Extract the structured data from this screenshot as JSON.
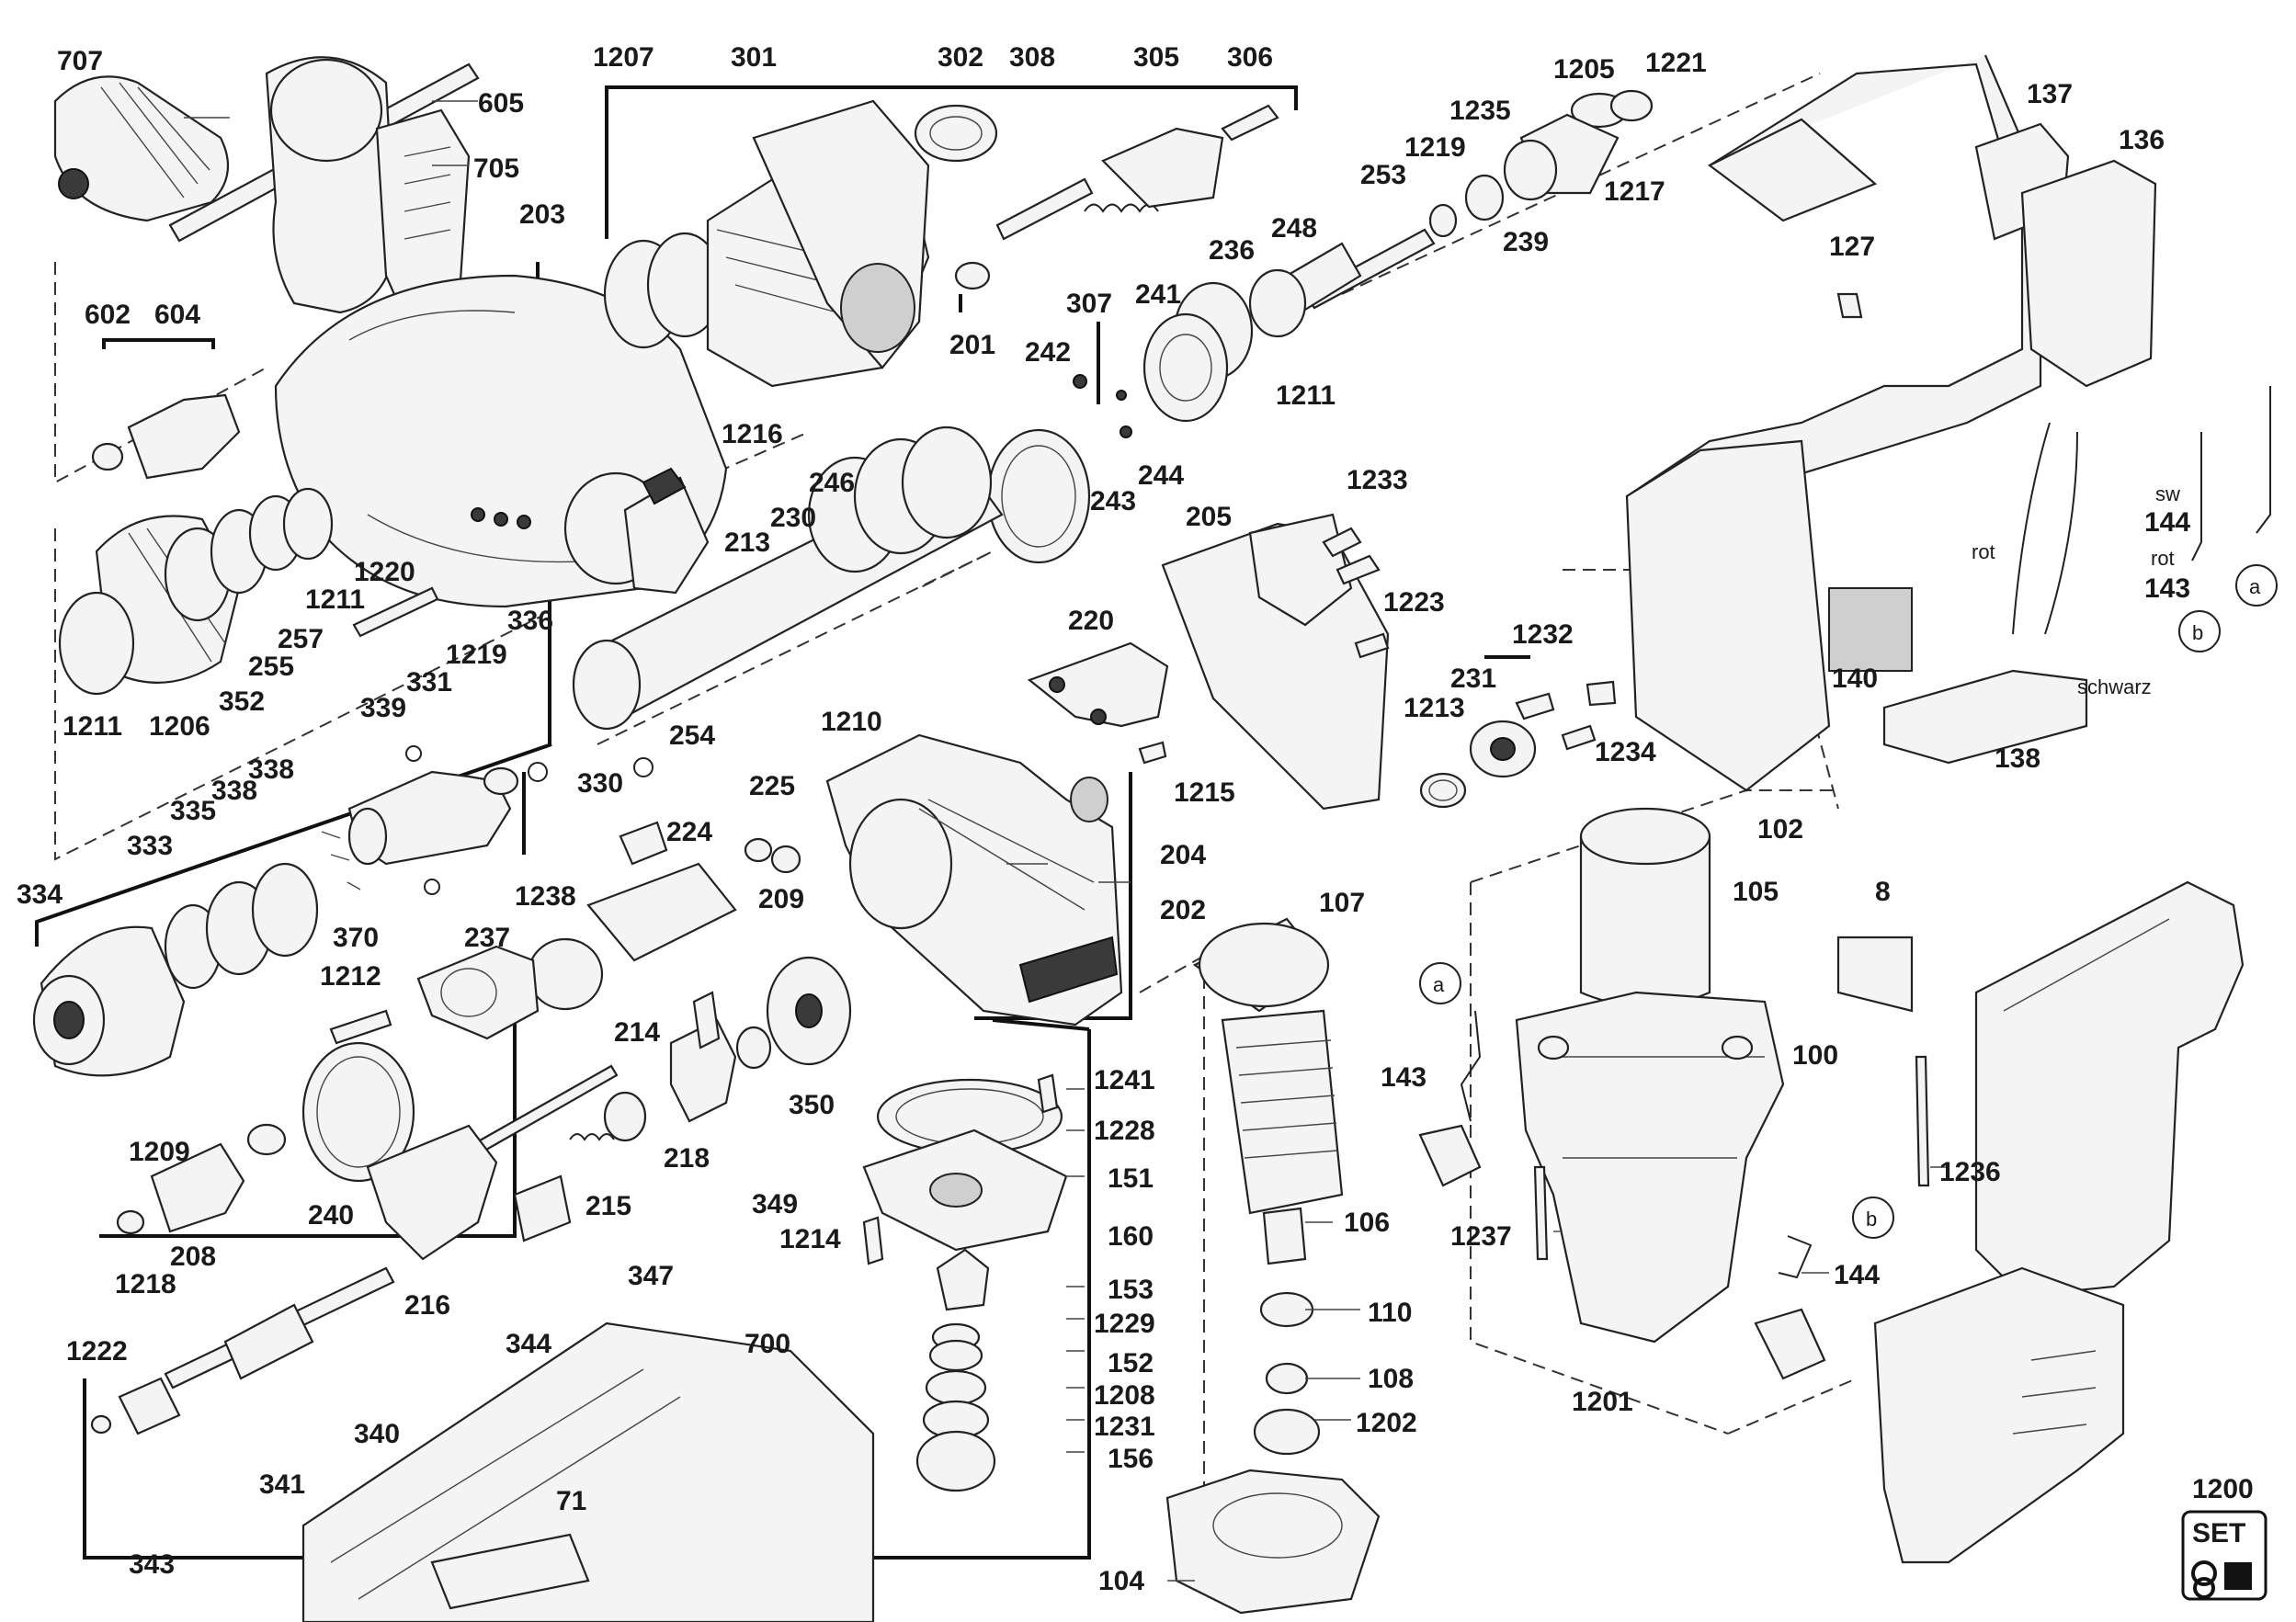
{
  "diagram": {
    "labels": {
      "707": "707",
      "605": "605",
      "705": "705",
      "203": "203",
      "602": "602",
      "604": "604",
      "1207": "1207",
      "301": "301",
      "302": "302",
      "308": "308",
      "305": "305",
      "306": "306",
      "307": "307",
      "201": "201",
      "1205": "1205",
      "1221": "1221",
      "1235": "1235",
      "1219a": "1219",
      "1217": "1217",
      "239": "239",
      "253": "253",
      "248": "248",
      "236": "236",
      "241": "241",
      "1211a": "1211",
      "242": "242",
      "244": "244",
      "243": "243",
      "246": "246",
      "230": "230",
      "1216": "1216",
      "213": "213",
      "1220": "1220",
      "1211b": "1211",
      "257": "257",
      "255": "255",
      "352": "352",
      "1206": "1206",
      "1211c": "1211",
      "336": "336",
      "1219b": "1219",
      "331": "331",
      "339": "339",
      "330": "330",
      "254": "254",
      "338": "338",
      "337": "338",
      "335": "335",
      "333": "333",
      "334": "334",
      "370": "370",
      "1233": "1233",
      "205": "205",
      "1223": "1223",
      "220": "220",
      "1232": "1232",
      "231": "231",
      "1213": "1213",
      "1234": "1234",
      "1210": "1210",
      "1215": "1215",
      "225": "225",
      "224": "224",
      "209": "209",
      "204": "204",
      "202": "202",
      "1238": "1238",
      "237": "237",
      "1212": "1212",
      "214": "214",
      "350": "350",
      "218": "218",
      "1209": "1209",
      "240": "240",
      "349": "349",
      "215": "215",
      "347": "347",
      "1218": "1218",
      "208": "208",
      "216": "216",
      "344": "344",
      "1222": "1222",
      "340": "340",
      "341": "341",
      "343": "343",
      "700": "700",
      "71": "71",
      "1241": "1241",
      "1228": "1228",
      "151": "151",
      "1214": "1214",
      "160": "160",
      "153": "153",
      "1229": "1229",
      "152": "152",
      "1208": "1208",
      "1231": "1231",
      "156": "156",
      "107": "107",
      "106": "106",
      "110": "110",
      "108": "108",
      "1202": "1202",
      "104": "104",
      "137": "137",
      "136": "136",
      "127": "127",
      "144a": "144",
      "143a": "143",
      "140": "140",
      "138": "138",
      "102": "102",
      "105": "105",
      "8": "8",
      "100": "100",
      "143b": "143",
      "1236": "1236",
      "1237": "1237",
      "144b": "144",
      "1201": "1201",
      "1200": "1200"
    },
    "callouts": {
      "a1": "a",
      "b1": "b",
      "a2": "a",
      "b2": "b"
    },
    "wires": {
      "sw": "sw",
      "rot1": "rot",
      "rot2": "rot",
      "schwarz": "schwarz"
    },
    "set_badge": "SET"
  }
}
